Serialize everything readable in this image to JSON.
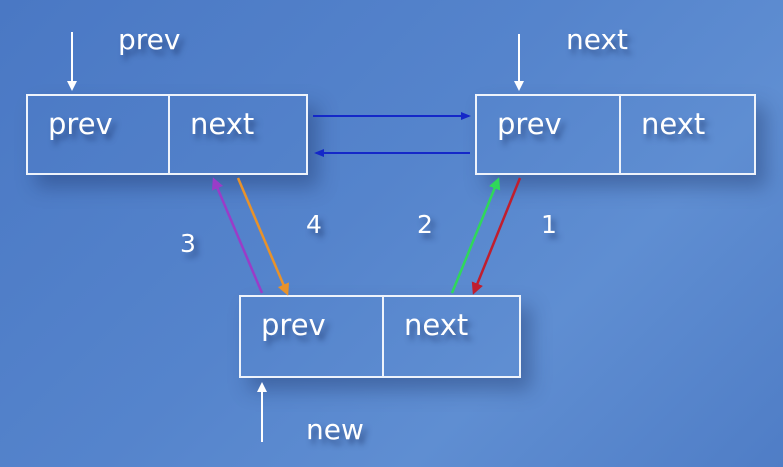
{
  "nodes": {
    "prev": {
      "prev_field": "prev",
      "next_field": "next"
    },
    "next": {
      "prev_field": "prev",
      "next_field": "next"
    },
    "new": {
      "prev_field": "prev",
      "next_field": "next"
    }
  },
  "pointers": {
    "prev_label": "prev",
    "next_label": "next",
    "new_label": "new"
  },
  "steps": [
    "1",
    "2",
    "3",
    "4"
  ],
  "colors": {
    "link": "#1428c8",
    "step1": "#c01e2e",
    "step2": "#2fd85a",
    "step3": "#9a3cc8",
    "step4": "#e8922a",
    "pointer": "#ffffff"
  }
}
